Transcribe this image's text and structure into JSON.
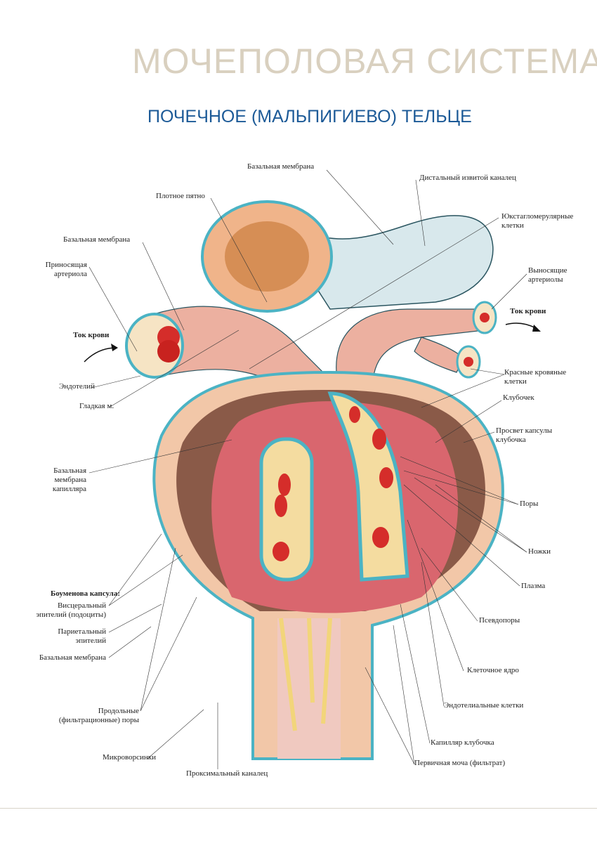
{
  "header": {
    "section_title": "МОЧЕПОЛОВАЯ СИСТЕМА",
    "figure_title": "ПОЧЕЧНОЕ (МАЛЬПИГИЕВО) ТЕЛЬЦЕ"
  },
  "labels": {
    "basal_membrane_top": "Базальная мембрана",
    "distal_tubule": "Дистальный извитой каналец",
    "macula_densa": "Плотное пятно",
    "juxtaglomerular_1": "Юкстагломерулярные",
    "juxtaglomerular_2": "клетки",
    "basal_membrane_left": "Базальная мембрана",
    "afferent_1": "Приносящая",
    "afferent_2": "артериола",
    "efferent_1": "Выносящие",
    "efferent_2": "артериолы",
    "blood_flow_left": "Ток крови",
    "blood_flow_right": "Ток крови",
    "rbc_1": "Красные кровяные",
    "rbc_2": "клетки",
    "endothelium": "Эндотелий",
    "smooth_muscle": "Гладкая м.",
    "glomerulus": "Клубочек",
    "capsule_lumen_1": "Просвет капсулы",
    "capsule_lumen_2": "клубочка",
    "cap_basal_1": "Базальная",
    "cap_basal_2": "мембрана",
    "cap_basal_3": "капилляра",
    "pores": "Поры",
    "pedicels": "Ножки",
    "plasma": "Плазма",
    "bowman_capsule": "Боуменова капсула:",
    "visceral_1": "Висцеральный",
    "visceral_2": "эпителий (подоциты)",
    "parietal_1": "Париетальный",
    "parietal_2": "эпителий",
    "basal_membrane_bottom": "Базальная мембрана",
    "pseudopores": "Псевдопоры",
    "cell_nucleus": "Клеточное ядро",
    "endothelial_cells": "Эндотелиальные клетки",
    "filtration_pores_1": "Продольные",
    "filtration_pores_2": "(фильтрационные) поры",
    "glomerular_capillary": "Капилляр клубочка",
    "microvilli": "Микроворсинки",
    "primary_urine": "Первичная моча (фильтрат)",
    "proximal_tubule": "Проксимальный каналец"
  },
  "colors": {
    "title": "#d9d0bf",
    "subtitle": "#1c5a97",
    "membrane": "#4bb3c4",
    "tissue": "#d9666e",
    "epithelium": "#f2c7a8"
  }
}
